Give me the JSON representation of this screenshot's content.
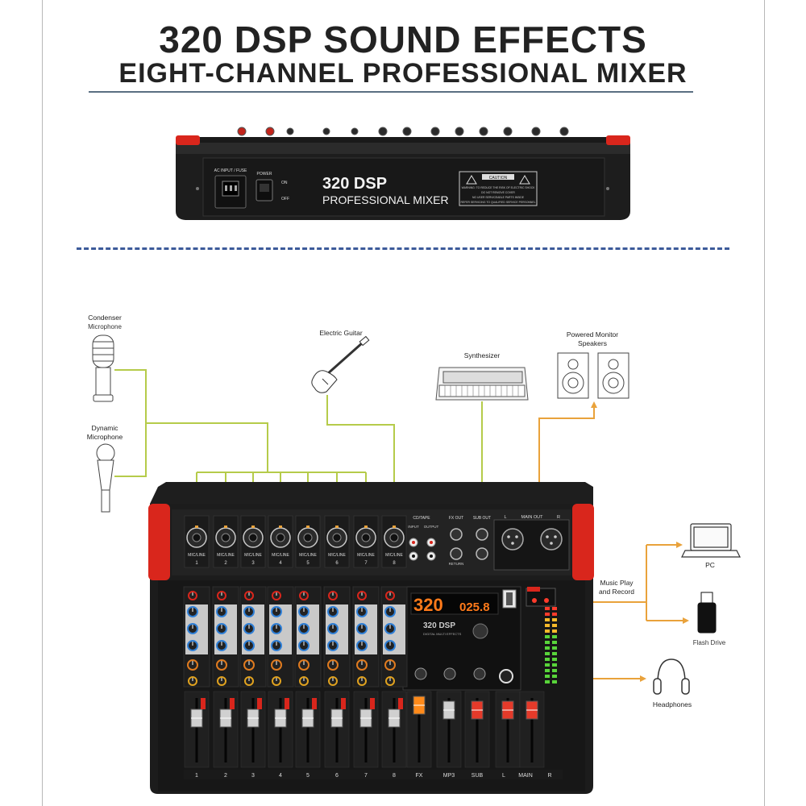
{
  "header": {
    "title": "320 DSP SOUND EFFECTS",
    "subtitle": "EIGHT-CHANNEL PROFESSIONAL MIXER"
  },
  "rear_panel": {
    "ac_label": "AC INPUT / FUSE",
    "power_label": "POWER",
    "on_label": "ON",
    "off_label": "OFF",
    "model_line1": "320 DSP",
    "model_line2": "PROFESSIONAL MIXER",
    "caution_title": "CAUTION",
    "caution_lines": [
      "WARNING: TO REDUCE THE RISK OF ELECTRIC SHOCK",
      "DO NOT REMOVE COVER",
      "NO USER SERVICEABLE PARTS INSIDE",
      "REFER SERVICING TO QUALIFIED SERVICE PERSONNEL"
    ]
  },
  "devices": {
    "condenser_line1": "Condenser",
    "condenser_line2": "Microphone",
    "dynamic_line1": "Dynamic",
    "dynamic_line2": "Microphone",
    "guitar": "Electric Guitar",
    "synth": "Synthesizer",
    "monitors_line1": "Powered Monitor",
    "monitors_line2": "Speakers",
    "music_line1": "Music Play",
    "music_line2": "and Record",
    "pc": "PC",
    "flash": "Flash Drive",
    "headphones": "Headphones"
  },
  "mixer": {
    "input_label": "MIC/LINE",
    "channels": [
      "1",
      "2",
      "3",
      "4",
      "5",
      "6",
      "7",
      "8"
    ],
    "cd_tape": "CD/TAPE",
    "input": "INPUT",
    "output": "OUTPUT",
    "fx_out": "FX OUT",
    "sub_out": "SUB OUT",
    "return": "RETURN",
    "main_out": "MAIN OUT",
    "left": "L",
    "right": "R",
    "display_left": "320",
    "display_right": "025.8",
    "dsp_logo": "320 DSP",
    "dsp_sub": "DIGITAL MULTI EFFECTS",
    "fader_labels": [
      "1",
      "2",
      "3",
      "4",
      "5",
      "6",
      "7",
      "8",
      "FX",
      "MP3",
      "SUB",
      "L",
      "MAIN",
      "R"
    ]
  },
  "colors": {
    "connector_green": "#b5cb4a",
    "connector_orange": "#e9a23b",
    "mixer_red": "#d9261c",
    "display_orange": "#ff7a1a",
    "dash_blue": "#3d5b9a"
  }
}
